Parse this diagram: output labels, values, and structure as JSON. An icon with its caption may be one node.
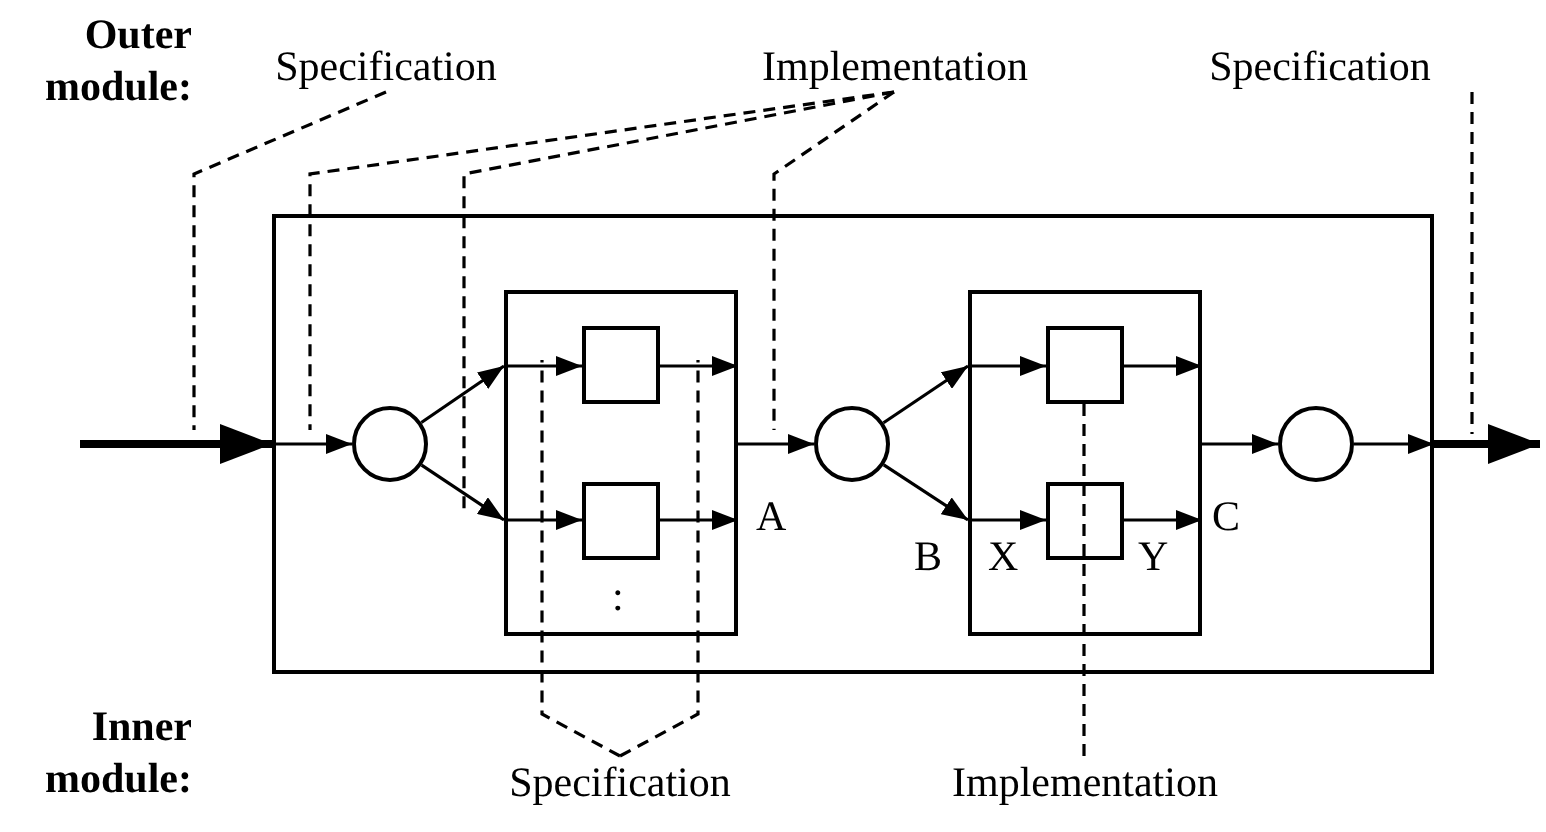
{
  "diagram": {
    "nodes": [
      {
        "text": [],
        "shape": "box"
      },
      {
        "text": [],
        "shape": "circle",
        "in": 0
      },
      {
        "text": [],
        "shape": "box",
        "in": 0
      },
      {
        "text": [],
        "shape": "box",
        "in": 2
      },
      {
        "text": [],
        "shape": "box",
        "in": 2
      },
      {
        "text": [],
        "shape": "circle",
        "in": 0
      },
      {
        "text": [],
        "shape": "box",
        "in": 0
      },
      {
        "text": [],
        "shape": "box",
        "in": 6
      },
      {
        "text": [],
        "shape": "box",
        "in": 6
      },
      {
        "text": [],
        "shape": "circle",
        "in": 0
      },
      {
        "text": [
          "Specification"
        ]
      },
      {
        "text": [
          "Implementation"
        ]
      },
      {
        "text": [
          "Specification"
        ]
      },
      {
        "text": [
          "Specification"
        ]
      },
      {
        "text": [
          "Implementation"
        ]
      }
    ],
    "edges": [
      {
        "from": null,
        "to": 0,
        "arrow": "to",
        "style": "thick"
      },
      {
        "from": 0,
        "to": 1,
        "arrow": "to"
      },
      {
        "from": 1,
        "to": 2,
        "arrow": "to"
      },
      {
        "from": 1,
        "to": 2,
        "arrow": "to"
      },
      {
        "from": 2,
        "to": 3,
        "arrow": "to"
      },
      {
        "from": 3,
        "to": 2,
        "arrow": "to"
      },
      {
        "from": 2,
        "to": 4,
        "arrow": "to"
      },
      {
        "from": 4,
        "to": 2,
        "arrow": "to"
      },
      {
        "from": 2,
        "to": 5,
        "arrow": "to"
      },
      {
        "from": 5,
        "to": 6,
        "arrow": "to"
      },
      {
        "from": 5,
        "to": 6,
        "arrow": "to"
      },
      {
        "from": 6,
        "to": 7,
        "arrow": "to"
      },
      {
        "from": 7,
        "to": 6,
        "arrow": "to"
      },
      {
        "from": 6,
        "to": 8,
        "arrow": "to"
      },
      {
        "from": 8,
        "to": 6,
        "arrow": "to"
      },
      {
        "from": 6,
        "to": 9,
        "arrow": "to"
      },
      {
        "from": 9,
        "to": 0,
        "arrow": "to"
      },
      {
        "from": 0,
        "to": null,
        "arrow": "to",
        "style": "thick"
      },
      {
        "from": 10,
        "to": null,
        "arrow": "none",
        "style": "dashed"
      },
      {
        "from": 11,
        "to": null,
        "arrow": "none",
        "style": "dashed"
      },
      {
        "from": 11,
        "to": null,
        "arrow": "none",
        "style": "dashed"
      },
      {
        "from": 11,
        "to": null,
        "arrow": "none",
        "style": "dashed"
      },
      {
        "from": 12,
        "to": null,
        "arrow": "none",
        "style": "dashed"
      },
      {
        "from": 13,
        "to": null,
        "arrow": "none",
        "style": "dashed"
      },
      {
        "from": 13,
        "to": null,
        "arrow": "none",
        "style": "dashed"
      },
      {
        "from": 14,
        "to": 7,
        "arrow": "none",
        "style": "dashed"
      }
    ],
    "labels": [
      "Outer module:",
      "Inner module:",
      "A",
      "B",
      "X",
      "Y",
      "C",
      ":"
    ]
  }
}
